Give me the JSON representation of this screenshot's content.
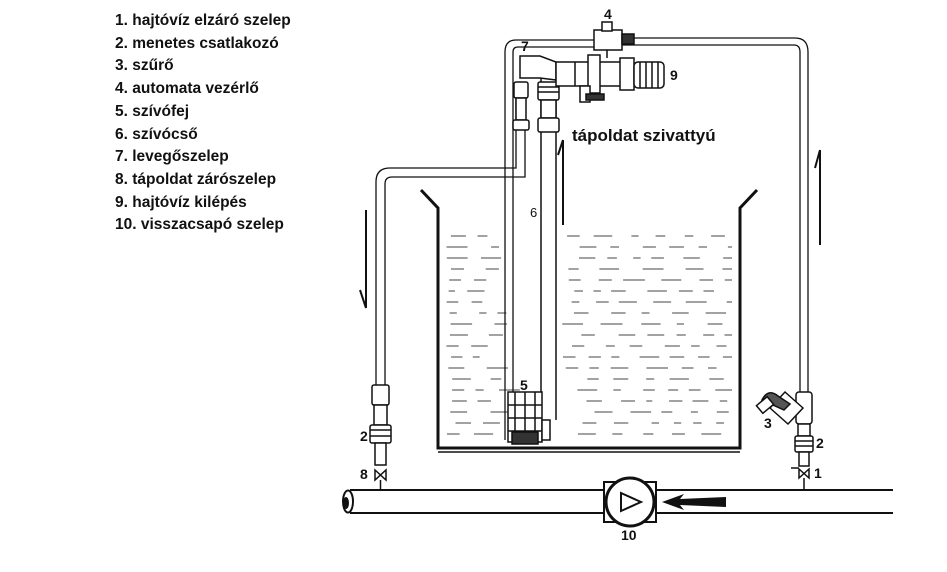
{
  "legend": {
    "items": [
      {
        "label": "1. hajtóvíz elzáró szelep"
      },
      {
        "label": "2. menetes csatlakozó"
      },
      {
        "label": "3. szűrő"
      },
      {
        "label": "4. automata vezérlő"
      },
      {
        "label": "5. szívófej"
      },
      {
        "label": "6. szívócső"
      },
      {
        "label": "7. levegőszelep"
      },
      {
        "label": "8. tápoldat zárószelep"
      },
      {
        "label": "9. hajtóvíz kilépés"
      },
      {
        "label": "10. visszacsapó szelep"
      }
    ]
  },
  "diagram": {
    "pump_label": "tápoldat szivattyú",
    "callouts": {
      "n1": "1",
      "n2_left": "2",
      "n2_right": "2",
      "n3": "3",
      "n4": "4",
      "n5": "5",
      "n6": "6",
      "n7": "7",
      "n8": "8",
      "n9": "9",
      "n10": "10"
    }
  }
}
